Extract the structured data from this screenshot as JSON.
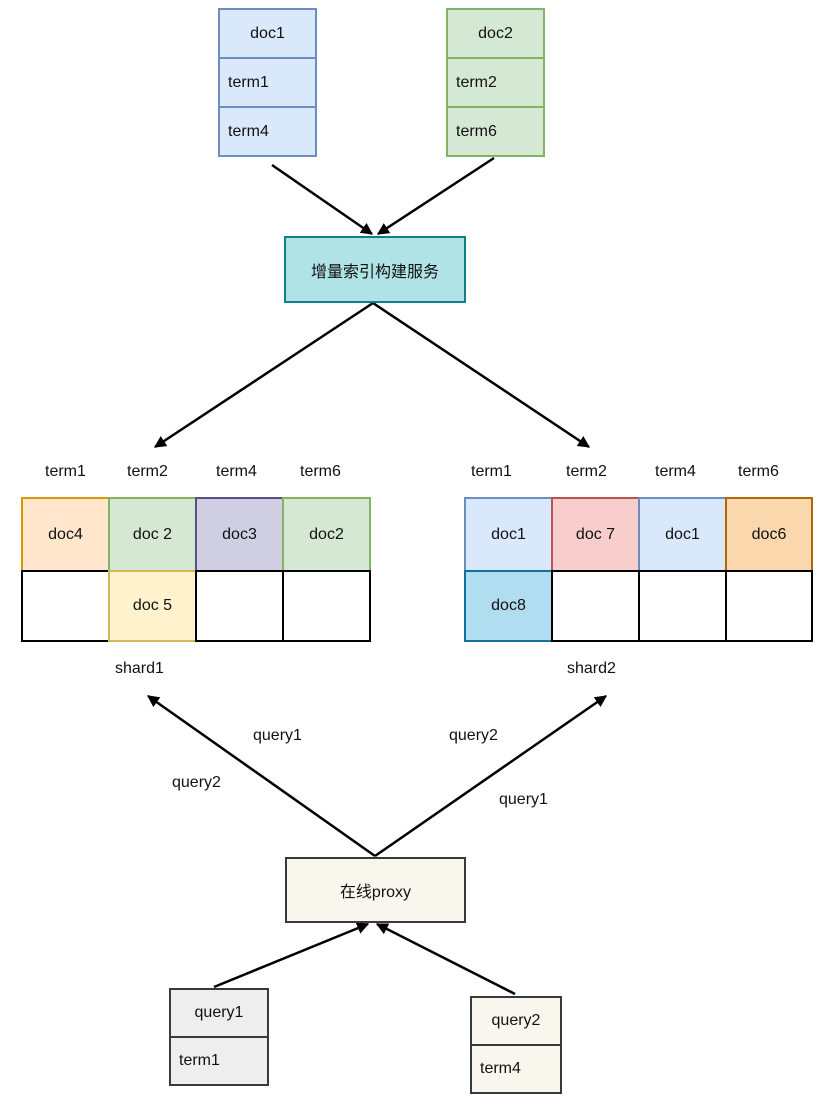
{
  "doc1_block": {
    "header": "doc1",
    "rows": [
      "term1",
      "term4"
    ]
  },
  "doc2_block": {
    "header": "doc2",
    "rows": [
      "term2",
      "term6"
    ]
  },
  "build_service": {
    "label": "增量索引构建服务"
  },
  "shard1": {
    "name": "shard1",
    "columns": [
      "term1",
      "term2",
      "term4",
      "term6"
    ],
    "row1": [
      "doc4",
      "doc 2",
      "doc3",
      "doc2"
    ],
    "row2": [
      "",
      "doc 5",
      "",
      ""
    ]
  },
  "shard2": {
    "name": "shard2",
    "columns": [
      "term1",
      "term2",
      "term4",
      "term6"
    ],
    "row1": [
      "doc1",
      "doc 7",
      "doc1",
      "doc6"
    ],
    "row2": [
      "doc8",
      "",
      "",
      ""
    ]
  },
  "proxy": {
    "label": "在线proxy"
  },
  "edge_labels": {
    "left_query1": "query1",
    "left_query2": "query2",
    "right_query2": "query2",
    "right_query1": "query1"
  },
  "query1_block": {
    "header": "query1",
    "rows": [
      "term1"
    ]
  },
  "query2_block": {
    "header": "query2",
    "rows": [
      "term4"
    ]
  },
  "colors": {
    "blue_fill": "#dae8fc",
    "blue_border": "#6c8ebf",
    "green_fill": "#d5e8d4",
    "green_border": "#82b366",
    "teal_fill": "#b0e3e6",
    "teal_border": "#0e8088",
    "orange_fill": "#ffe6cc",
    "orange_border": "#d79b00",
    "purple_fill": "#d0cee2",
    "purple_border": "#56517e",
    "yellow_fill": "#fff2cc",
    "yellow_border": "#d6b656",
    "red_fill": "#f8cecc",
    "red_border": "#b85450",
    "deep_orange_fill": "#fad7ac",
    "deep_orange_border": "#b46504",
    "light_blue_fill": "#b1ddf0",
    "light_blue_border": "#10739e",
    "cream_fill": "#f9f7ed",
    "cream_border": "#36393d",
    "gray_fill": "#eeeeee",
    "gray_border": "#36393d",
    "empty_border": "#000000"
  }
}
